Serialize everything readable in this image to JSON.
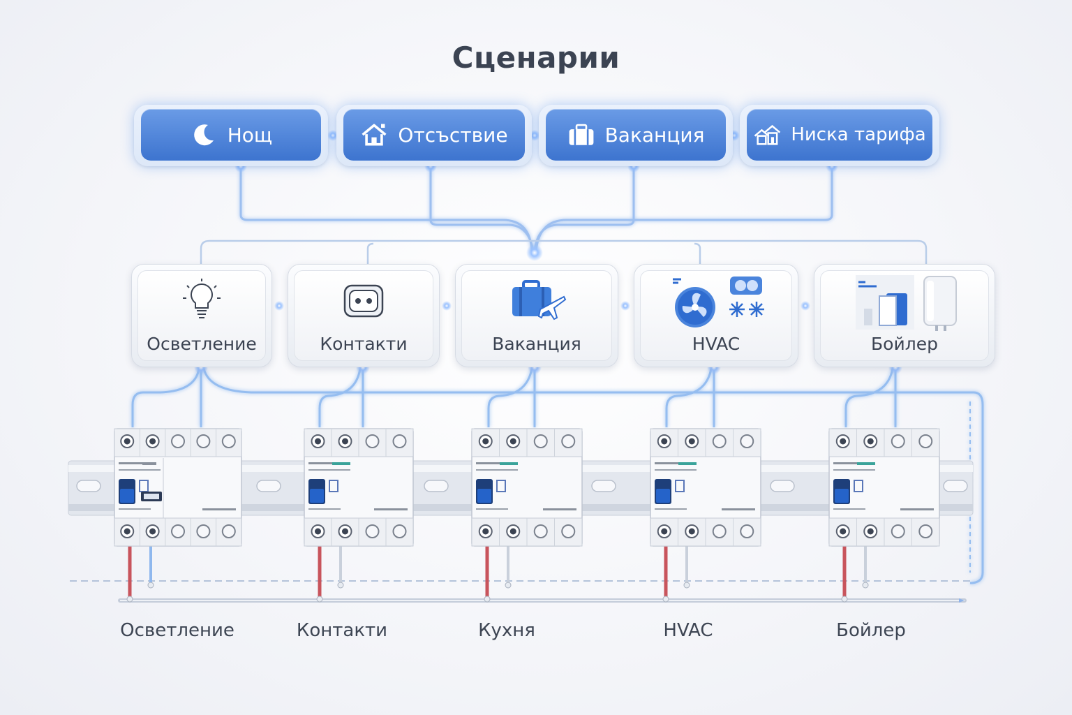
{
  "title": "Сценарии",
  "scenarios": [
    {
      "label": "Нощ",
      "icon": "moon-icon"
    },
    {
      "label": "Отсъствие",
      "icon": "house-icon"
    },
    {
      "label": "Ваканция",
      "icon": "suitcase-icon"
    },
    {
      "label": "Ниска тарифа",
      "icon": "houses-icon"
    }
  ],
  "modules": [
    {
      "label": "Осветление",
      "icon": "lightbulb-icon"
    },
    {
      "label": "Контакти",
      "icon": "socket-icon"
    },
    {
      "label": "Ваканция",
      "icon": "suitcase-plane-icon"
    },
    {
      "label": "HVAC",
      "icon": "fan-snowflake-icon"
    },
    {
      "label": "Бойлер",
      "icon": "boiler-icon"
    }
  ],
  "circuits": [
    {
      "label": "Осветление"
    },
    {
      "label": "Контакти"
    },
    {
      "label": "Кухня"
    },
    {
      "label": "HVAC"
    },
    {
      "label": "Бойлер"
    }
  ],
  "colors": {
    "scenario_blue": "#4a80d8",
    "wire_blue": "#8fb8ee",
    "wire_red": "#c8545c",
    "breaker_blue": "#2563c9",
    "text_dark": "#3b4352"
  }
}
